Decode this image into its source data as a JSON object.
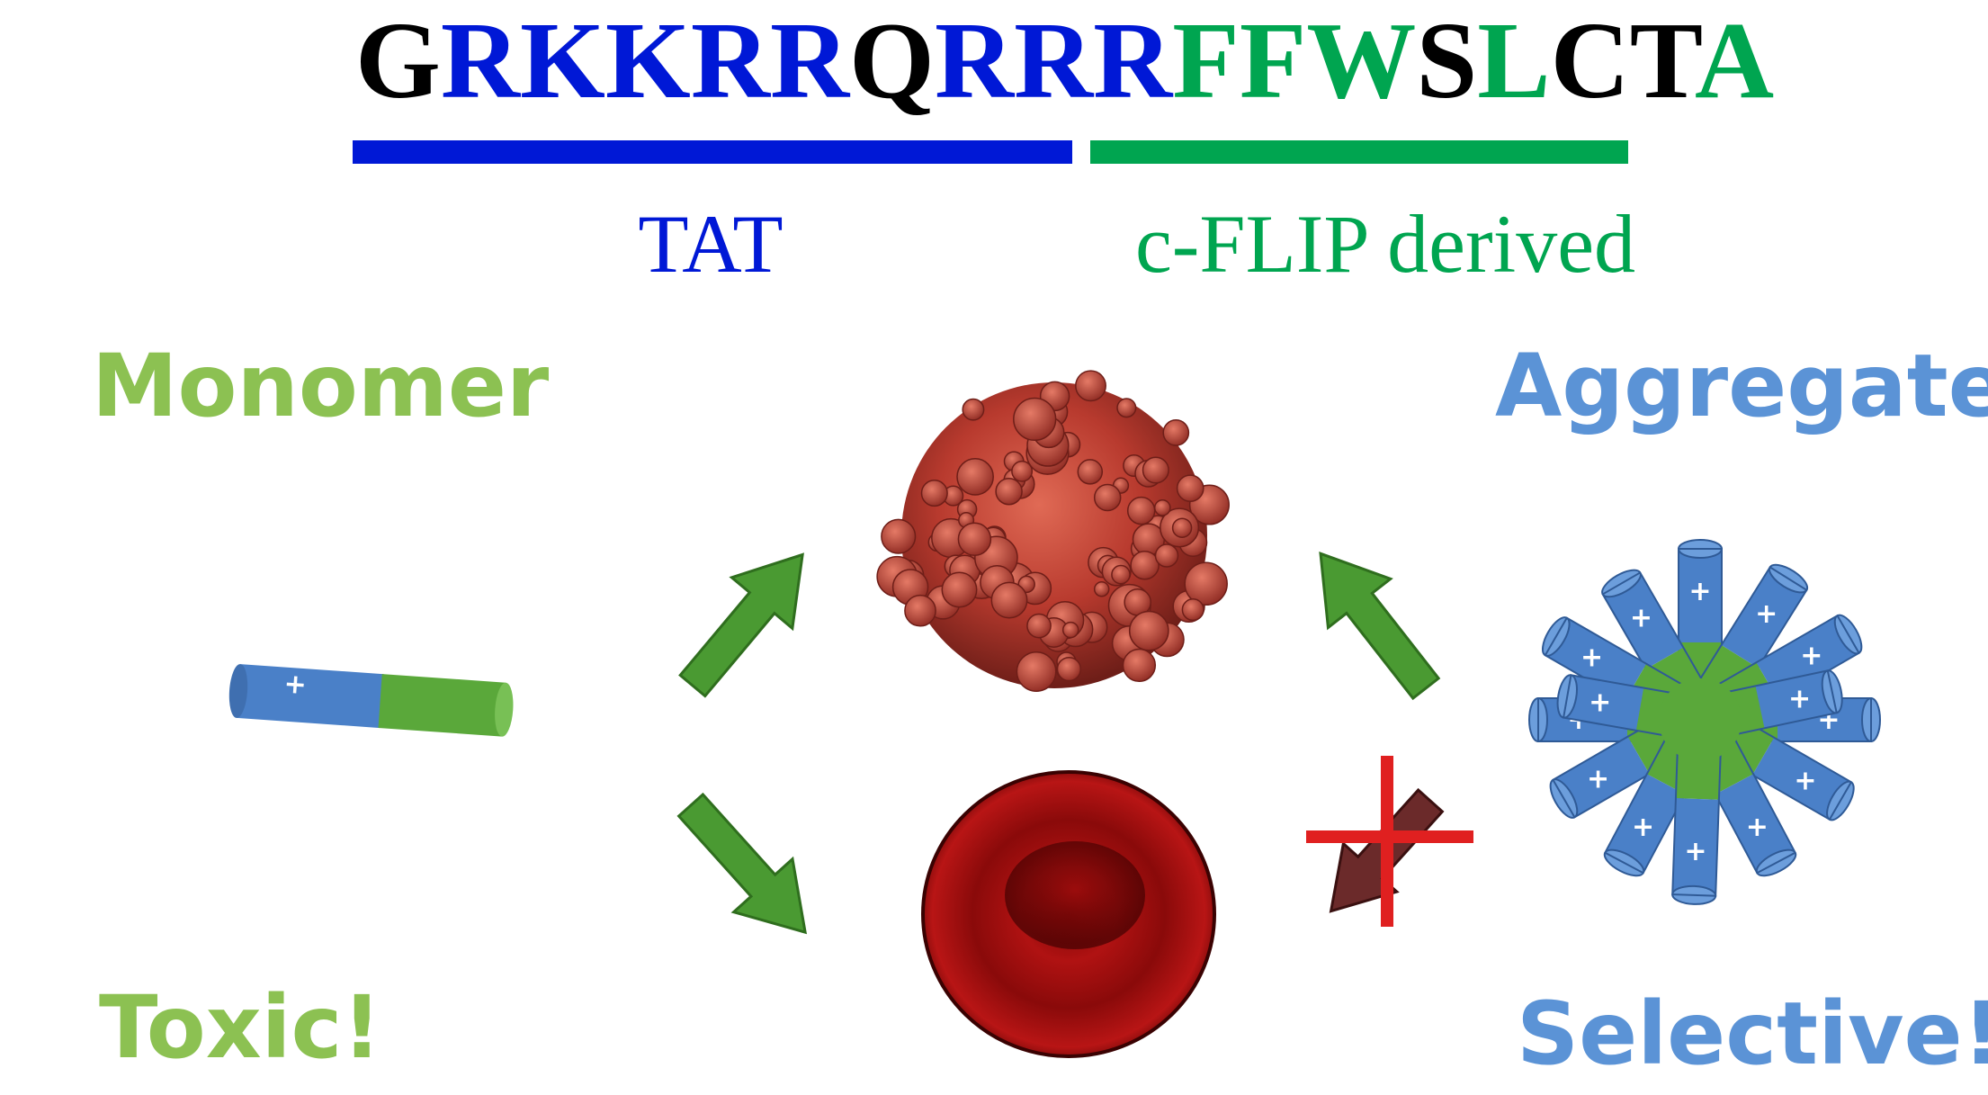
{
  "sequence": {
    "letters": [
      {
        "char": "G",
        "color": "#000000"
      },
      {
        "char": "R",
        "color": "#0018d6"
      },
      {
        "char": "K",
        "color": "#0018d6"
      },
      {
        "char": "K",
        "color": "#0018d6"
      },
      {
        "char": "R",
        "color": "#0018d6"
      },
      {
        "char": "R",
        "color": "#0018d6"
      },
      {
        "char": "Q",
        "color": "#000000"
      },
      {
        "char": "R",
        "color": "#0018d6"
      },
      {
        "char": "R",
        "color": "#0018d6"
      },
      {
        "char": "R",
        "color": "#0018d6"
      },
      {
        "char": "F",
        "color": "#00a550"
      },
      {
        "char": "F",
        "color": "#00a550"
      },
      {
        "char": "W",
        "color": "#00a550"
      },
      {
        "char": "S",
        "color": "#000000"
      },
      {
        "char": "L",
        "color": "#00a550"
      },
      {
        "char": "C",
        "color": "#000000"
      },
      {
        "char": "T",
        "color": "#000000"
      },
      {
        "char": "A",
        "color": "#00a550"
      }
    ]
  },
  "segments": {
    "tat": {
      "label": "TAT",
      "color": "#0018d6"
    },
    "cflip": {
      "label": "c-FLIP derived",
      "color": "#00a550"
    }
  },
  "labels": {
    "monomer": "Monomer",
    "aggregate": "Aggregate",
    "toxic": "Toxic!",
    "selective": "Selective!"
  },
  "colors": {
    "cationic_segment": "#4a80c8",
    "hydrophobic_segment": "#5aa83a",
    "monomer_label": "#8cc152",
    "aggregate_label": "#5b93d6",
    "arrow": "#4a9a32",
    "blocked_arrow": "#6b2a2a",
    "block_cross": "#e02020",
    "cancer_cell": "#b83a2e",
    "red_blood_cell": "#8a0a0a"
  },
  "icons": {
    "monomer": "peptide-monomer-icon",
    "aggregate": "peptide-aggregate-icon",
    "cancer_cell": "cancer-cell-icon",
    "red_blood_cell": "red-blood-cell-icon",
    "cross": "blocked-cross-icon"
  },
  "charge_symbol": "+"
}
